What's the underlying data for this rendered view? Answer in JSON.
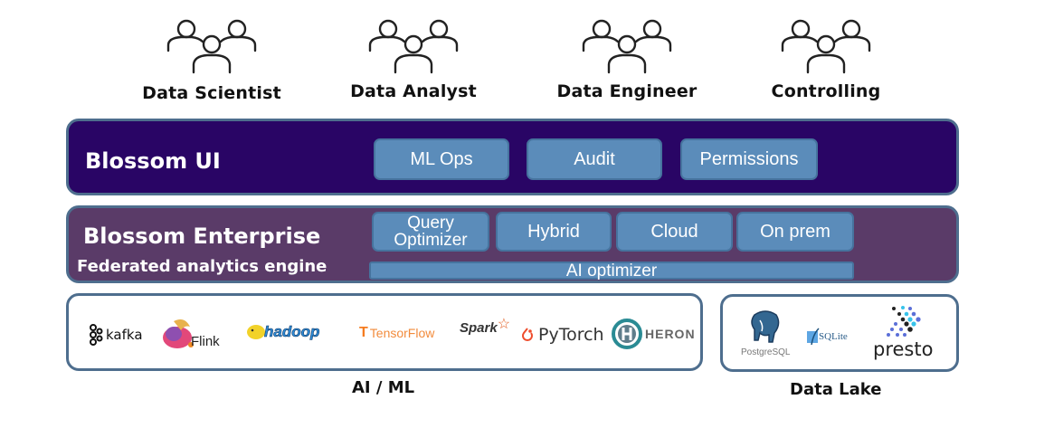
{
  "personas": [
    {
      "label": "Data Scientist",
      "icon": "users-group-icon"
    },
    {
      "label": "Data Analyst",
      "icon": "users-group-icon"
    },
    {
      "label": "Data Engineer",
      "icon": "users-group-icon"
    },
    {
      "label": "Controlling",
      "icon": "users-group-icon"
    }
  ],
  "ui_layer": {
    "title": "Blossom UI",
    "modules": [
      "ML Ops",
      "Audit",
      "Permissions"
    ]
  },
  "enterprise_layer": {
    "title": "Blossom Enterprise",
    "subtitle": "Federated analytics engine",
    "modules": [
      "Query Optimizer",
      "Hybrid",
      "Cloud",
      "On prem"
    ],
    "bar": "AI optimizer"
  },
  "ai_ml": {
    "caption": "AI / ML",
    "logos": [
      "kafka",
      "Flink",
      "hadoop",
      "TensorFlow",
      "Spark",
      "PyTorch",
      "HERON"
    ]
  },
  "data_lake": {
    "caption": "Data Lake",
    "logos": [
      "PostgreSQL",
      "SQLite",
      "presto"
    ]
  },
  "colors": {
    "ui_layer_bg": "#290565",
    "enterprise_layer_bg": "#5a3b68",
    "module_bg": "#5b8cba",
    "border": "#4e6e8e"
  }
}
